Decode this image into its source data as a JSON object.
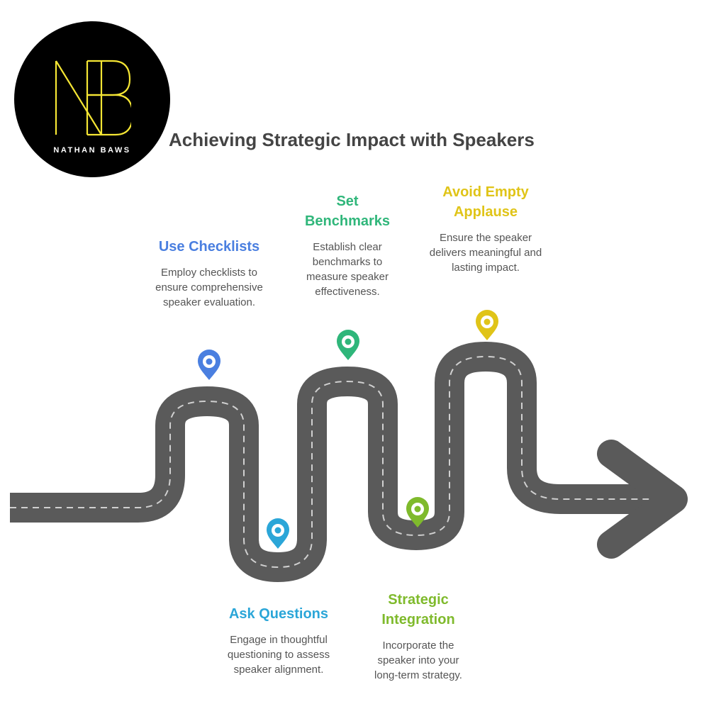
{
  "brand": {
    "initials": "NB",
    "name": "NATHAN BAWS",
    "accent": "#f5e634"
  },
  "title": "Achieving Strategic Impact with Speakers",
  "steps": [
    {
      "title": "Use Checklists",
      "description": "Employ checklists to ensure comprehensive speaker evaluation.",
      "color": "#4a7fe0",
      "icon": "map-pin-icon"
    },
    {
      "title": "Ask Questions",
      "description": "Engage in thoughtful questioning to assess speaker alignment.",
      "color": "#2ba6d8",
      "icon": "map-pin-icon"
    },
    {
      "title": "Set Benchmarks",
      "description": "Establish clear benchmarks to measure speaker effectiveness.",
      "color": "#2fb67a",
      "icon": "map-pin-icon"
    },
    {
      "title": "Strategic Integration",
      "description": "Incorporate the speaker into your long-term strategy.",
      "color": "#7fba2c",
      "icon": "map-pin-icon"
    },
    {
      "title": "Avoid Empty Applause",
      "description": "Ensure the speaker delivers meaningful and lasting impact.",
      "color": "#e0c418",
      "icon": "map-pin-icon"
    }
  ],
  "road_color": "#5a5a5a"
}
